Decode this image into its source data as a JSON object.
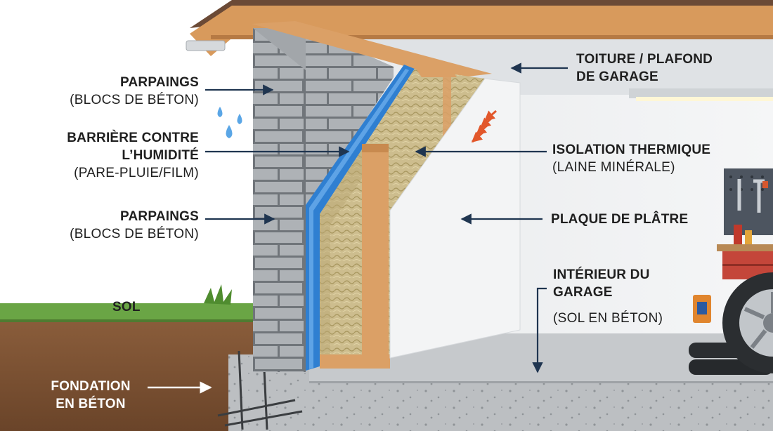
{
  "labels": {
    "parpaings_top": {
      "title": "PARPAINGS",
      "sub": "(BLOCS DE BÉTON)"
    },
    "barriere": {
      "line1": "BARRIÈRE CONTRE",
      "line2": "L’HUMIDITÉ",
      "sub": "(PARE-PLUIE/FILM)"
    },
    "parpaings_bottom": {
      "title": "PARPAINGS",
      "sub": "(BLOCS DE BÉTON)"
    },
    "sol": "SOL",
    "fondation": {
      "line1": "FONDATION",
      "line2": "EN BÉTON"
    },
    "toiture": {
      "line1": "TOITURE / PLAFOND",
      "line2": "DE GARAGE"
    },
    "isolation": {
      "title": "ISOLATION THERMIQUE",
      "sub": "(LAINE MINÉRALE)"
    },
    "plaque": "PLAQUE DE PLÂTRE",
    "interieur": {
      "line1": "INTÉRIEUR DU",
      "line2": "GARAGE",
      "sub": "(SOL EN BÉTON)"
    }
  },
  "colors": {
    "block": "#a9adb1",
    "mortar": "#6f7479",
    "membrane": "#2f7fd1",
    "insulation": "#c9b98a",
    "timber": "#dba066",
    "drywall": "#f3f4f5",
    "concrete": "#b9bcbf",
    "soil": "#7a5236",
    "grass": "#5f9e3e",
    "arrow": "#1f3550",
    "water": "#5aa6e6",
    "heat": "#e2572b"
  }
}
